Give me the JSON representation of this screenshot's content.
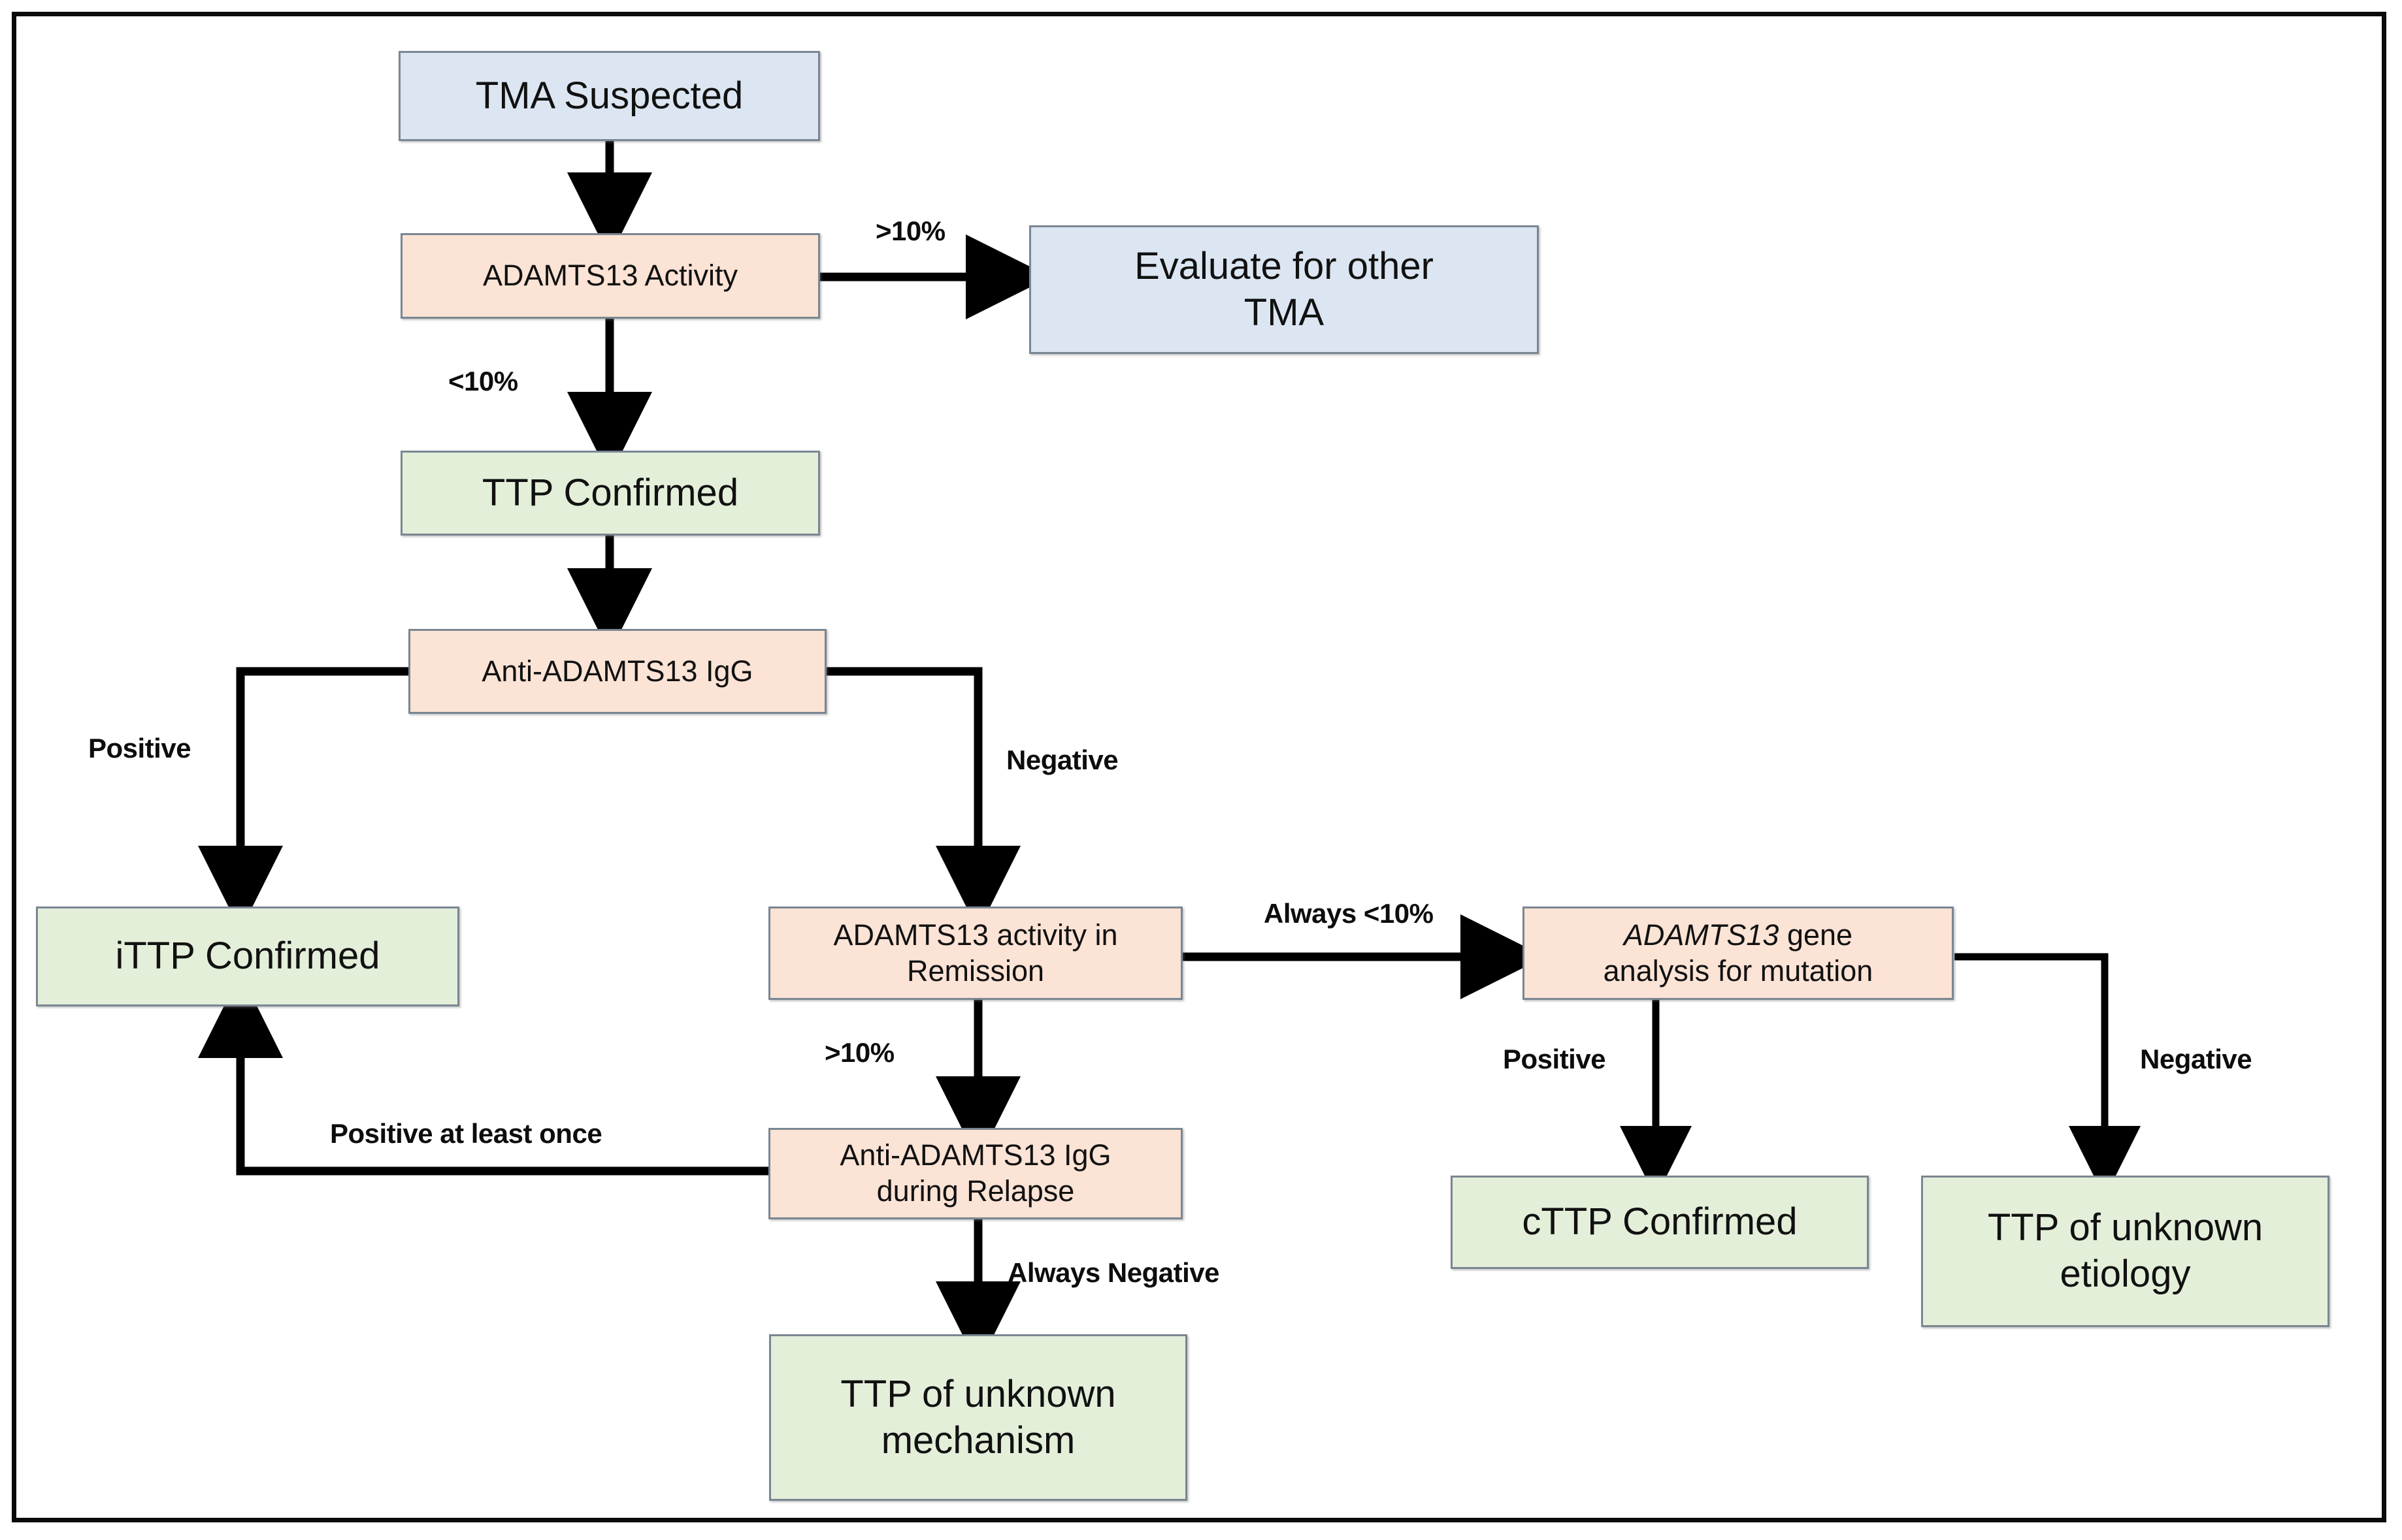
{
  "diagram": {
    "title": "TTP diagnostic algorithm flowchart",
    "colors": {
      "blue_fill": "#dce6f2",
      "peach_fill": "#fbe3d5",
      "green_fill": "#e4efda",
      "node_border": "#7a8691",
      "frame_border": "#0a0a0a",
      "arrow": "#000000",
      "text": "#111111"
    },
    "nodes": [
      {
        "id": "tma_suspected",
        "label": "TMA Suspected",
        "kind": "blue"
      },
      {
        "id": "adamts13_activity",
        "label": "ADAMTS13 Activity",
        "kind": "peach"
      },
      {
        "id": "evaluate_other_tma",
        "label_line1": "Evaluate for other",
        "label_line2": "TMA",
        "kind": "blue"
      },
      {
        "id": "ttp_confirmed",
        "label": "TTP Confirmed",
        "kind": "green"
      },
      {
        "id": "anti_adamts13_igg",
        "label": "Anti-ADAMTS13 IgG",
        "kind": "peach"
      },
      {
        "id": "ittp_confirmed",
        "label": "iTTP Confirmed",
        "kind": "green"
      },
      {
        "id": "activity_remission",
        "label_line1": "ADAMTS13 activity in",
        "label_line2": "Remission",
        "kind": "peach"
      },
      {
        "id": "gene_analysis",
        "label_italic": "ADAMTS13",
        "label_rest": " gene",
        "label_line2": "analysis for mutation",
        "kind": "peach"
      },
      {
        "id": "igg_relapse",
        "label_line1": "Anti-ADAMTS13 IgG",
        "label_line2": "during Relapse",
        "kind": "peach"
      },
      {
        "id": "cttp_confirmed",
        "label": "cTTP Confirmed",
        "kind": "green"
      },
      {
        "id": "ttp_unknown_etiology",
        "label_line1": "TTP of unknown",
        "label_line2": "etiology",
        "kind": "green"
      },
      {
        "id": "ttp_unknown_mechanism",
        "label_line1": "TTP of unknown",
        "label_line2": "mechanism",
        "kind": "green"
      }
    ],
    "edge_labels": [
      {
        "id": "gt10_top",
        "text": ">10%"
      },
      {
        "id": "lt10_left",
        "text": "<10%"
      },
      {
        "id": "positive_left",
        "text": "Positive"
      },
      {
        "id": "negative_center",
        "text": "Negative"
      },
      {
        "id": "always_lt10",
        "text": "Always <10%"
      },
      {
        "id": "gt10_remission",
        "text": ">10%"
      },
      {
        "id": "positive_gene",
        "text": "Positive"
      },
      {
        "id": "negative_gene",
        "text": "Negative"
      },
      {
        "id": "positive_once",
        "text": "Positive at least once"
      },
      {
        "id": "always_negative",
        "text": "Always Negative"
      }
    ]
  }
}
